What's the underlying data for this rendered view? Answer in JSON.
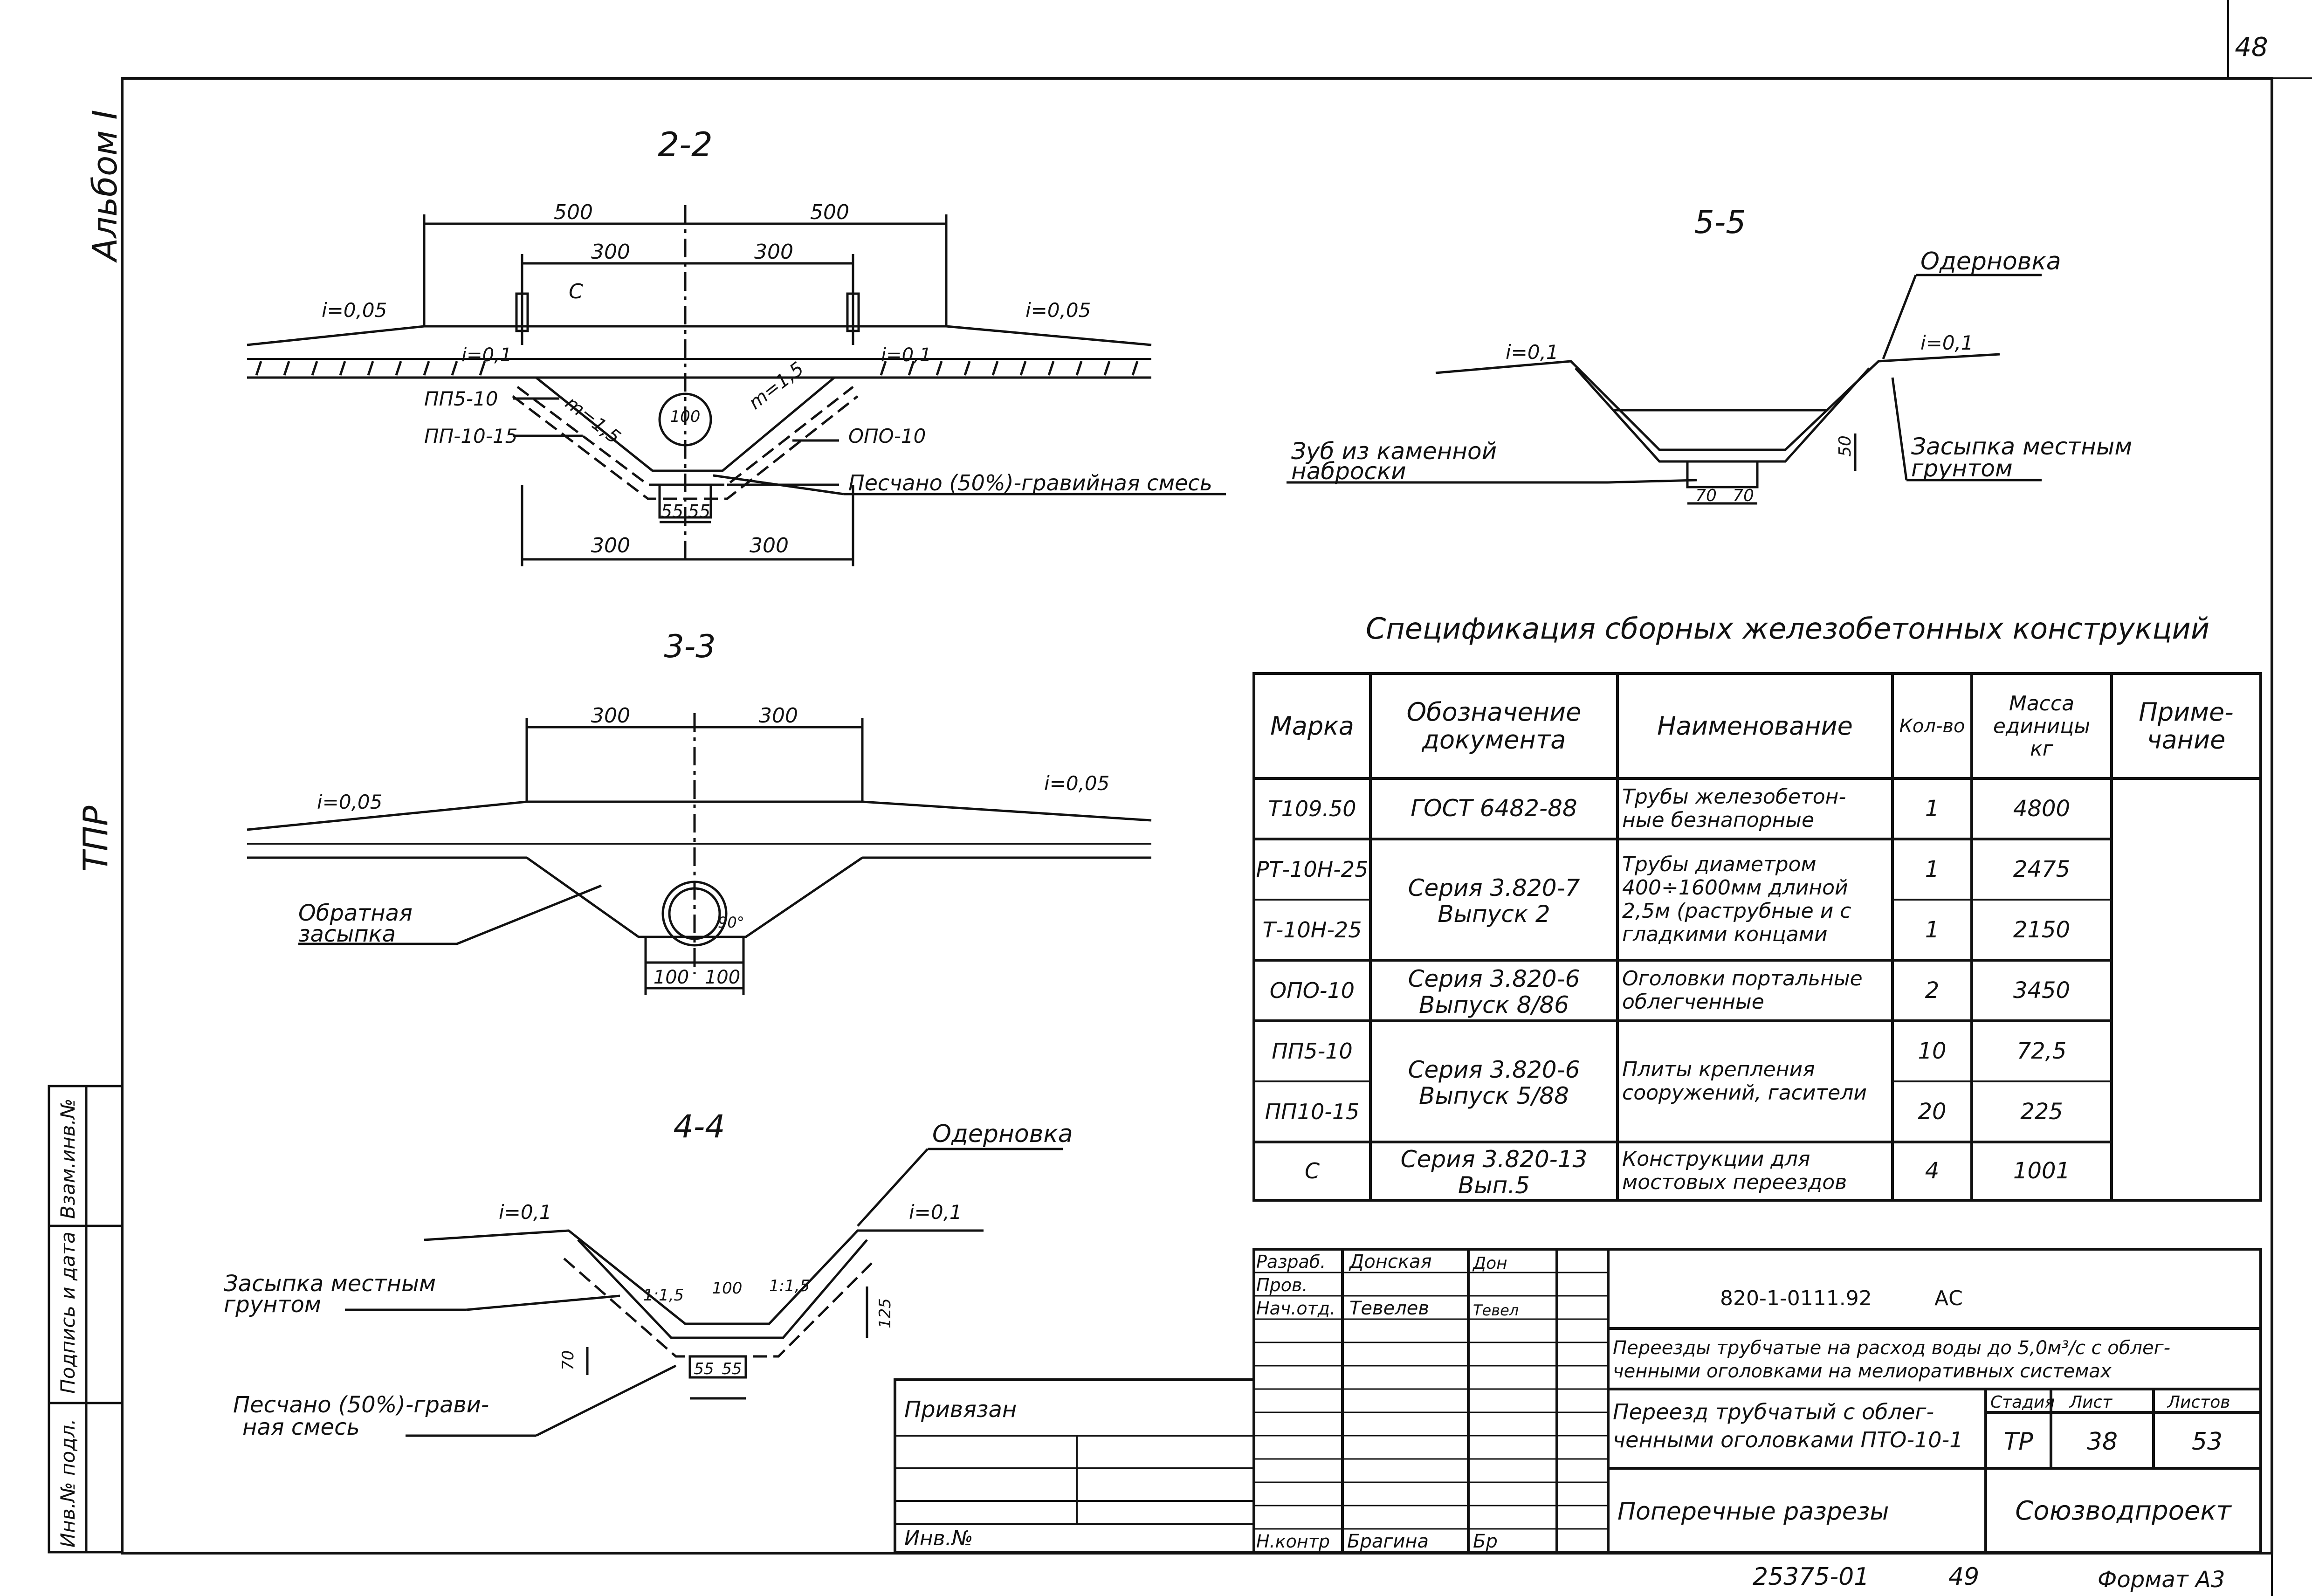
{
  "page_number": "48",
  "margin": {
    "album": "Альбом I",
    "tpr": "ТПР"
  },
  "stamp_side": [
    "Инв.№ подл.",
    "Подпись и дата",
    "Взам.инв.№"
  ],
  "section_2_2": {
    "title": "2-2",
    "dims_top": [
      "500",
      "500"
    ],
    "dims_mid": [
      "300",
      "300"
    ],
    "marker_c": "С",
    "slope_left": "i=0,05",
    "slope_right": "i=0,05",
    "slope_inner_left": "i=0,1",
    "slope_inner_right": "i=0,1",
    "m_left": "m=1,5",
    "m_right": "m=1,5",
    "pipe": "100",
    "callouts": [
      "ПП5-10",
      "ПП-10-15",
      "ОПО-10",
      "Песчано (50%)-гравийная смесь"
    ],
    "dims_base": [
      "55",
      "55"
    ],
    "dims_bottom": [
      "300",
      "300"
    ]
  },
  "section_3_3": {
    "title": "3-3",
    "dims_top": [
      "300",
      "300"
    ],
    "slope_left": "i=0,05",
    "slope_right": "i=0,05",
    "callout": [
      "Обратная",
      "засыпка"
    ],
    "angle": "90°",
    "dims_base": [
      "100",
      "100"
    ]
  },
  "section_4_4": {
    "title": "4-4",
    "callout_top": "Одерновка",
    "slope_left": "i=0,1",
    "slope_right": "i=0,1",
    "m_left": "1:1,5",
    "m_right": "1:1,5",
    "width": "100",
    "dim_left": "70",
    "dim_right": "125",
    "dims_base": [
      "55",
      "55"
    ],
    "callout_left": [
      "Засыпка местным",
      "грунтом"
    ],
    "callout_bottom": [
      "Песчано (50%)-грави-",
      "ная смесь"
    ]
  },
  "section_5_5": {
    "title": "5-5",
    "callout_top": "Одерновка",
    "slope_left": "i=0,1",
    "slope_right": "i=0,1",
    "dim_side": "50",
    "dims_base": [
      "70",
      "70"
    ],
    "callout_left": [
      "Зуб из каменной",
      "наброски"
    ],
    "callout_right": [
      "Засыпка местным",
      "грунтом"
    ]
  },
  "spec": {
    "title": "Спецификация сборных железобетонных конструкций",
    "headers": [
      "Марка",
      "Обозначение документа",
      "Наименование",
      "Кол-во",
      "Масса единицы кг",
      "Приме- чание"
    ],
    "rows": [
      {
        "mark": "Т109.50",
        "doc": "ГОСТ 6482-88",
        "name": "Трубы железобетон- ные безнапорные",
        "qty": "1",
        "mass": "4800"
      },
      {
        "mark": "РТ-10Н-25",
        "doc": "Серия 3.820-7 Выпуск 2",
        "name": "Трубы диаметром 400÷1600мм длиной 2,5м (раструбные и с гладкими концами",
        "qty": "1",
        "mass": "2475"
      },
      {
        "mark": "Т-10Н-25",
        "doc": "",
        "name": "",
        "qty": "1",
        "mass": "2150"
      },
      {
        "mark": "ОПО-10",
        "doc": "Серия 3.820-6 Выпуск 8/86",
        "name": "Оголовки портальные облегченные",
        "qty": "2",
        "mass": "3450"
      },
      {
        "mark": "ПП5-10",
        "doc": "Серия 3.820-6 Выпуск 5/88",
        "name": "Плиты крепления сооружений, гасители",
        "qty": "10",
        "mass": "72,5"
      },
      {
        "mark": "ПП10-15",
        "doc": "",
        "name": "",
        "qty": "20",
        "mass": "225"
      },
      {
        "mark": "С",
        "doc": "Серия 3.820-13 Вып.5",
        "name": "Конструкции для мостовых переездов",
        "qty": "4",
        "mass": "1001"
      }
    ]
  },
  "title_block": {
    "roles": [
      "Разраб.",
      "Пров.",
      "Нач.отд.",
      "Н.контр"
    ],
    "names": [
      "Донская",
      "",
      "Тевелев",
      "Брагина"
    ],
    "signatures": [
      "Дон",
      "",
      "Тевел",
      "Бр"
    ],
    "code": "820-1-0111.92",
    "code_suffix": "АС",
    "project": "Переезды трубчатые на расход воды до 5,0м³/с с облег- ченными оголовками на мелиоративных системах",
    "sheet_name": "Переезд трубчатый с облег- ченными оголовками ПТО-10-1",
    "section": "Поперечные разрезы",
    "stage_label": "Стадия",
    "sheet_label": "Лист",
    "sheets_label": "Листов",
    "stage": "ТР",
    "sheet": "38",
    "sheets": "53",
    "org": "Союзводпроект",
    "bound": "Привязан",
    "inv": "Инв.№"
  },
  "footer": {
    "code": "25375-01",
    "num": "49",
    "format": "Формат А3"
  }
}
